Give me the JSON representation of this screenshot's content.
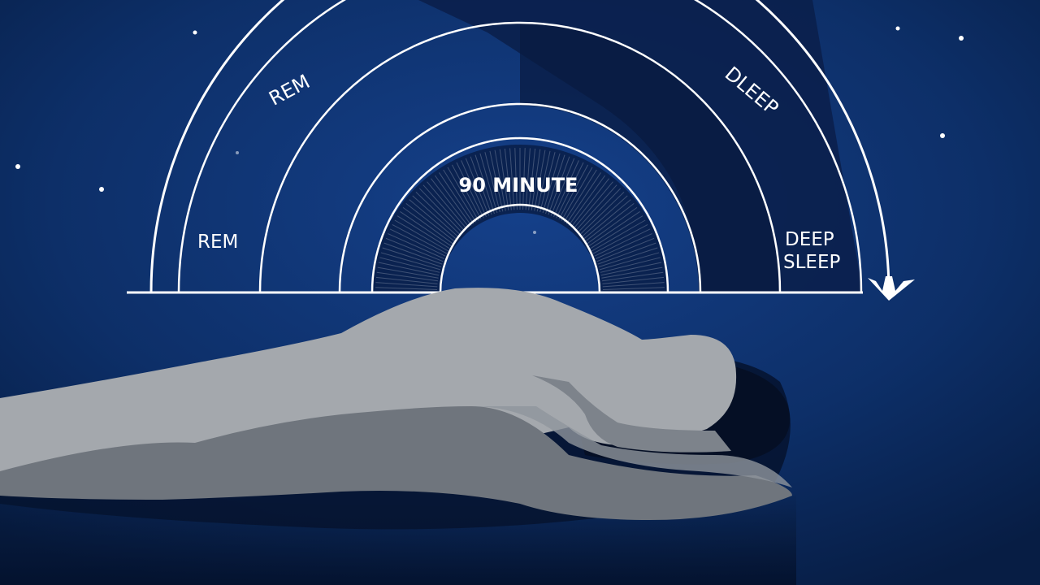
{
  "diagram": {
    "labels": {
      "rem_top": "REM",
      "rem_left": "REM",
      "deep_top": "DLEEP",
      "deep_line1": "DEEP",
      "deep_line2": "SLEEP",
      "center": "90 MINUTE"
    },
    "icons": {
      "cycle_arrow": "arrow-down-icon",
      "sleeper": "sleeping-person-icon",
      "stars": "star-dot-icon"
    },
    "colors": {
      "background": "#0b2a5c",
      "background_deep": "#071d44",
      "arc_stroke": "#ffffff",
      "deep_band": "#0a1f4a",
      "figure_light": "#a4a8ad",
      "figure_dark": "#6f757d"
    }
  }
}
